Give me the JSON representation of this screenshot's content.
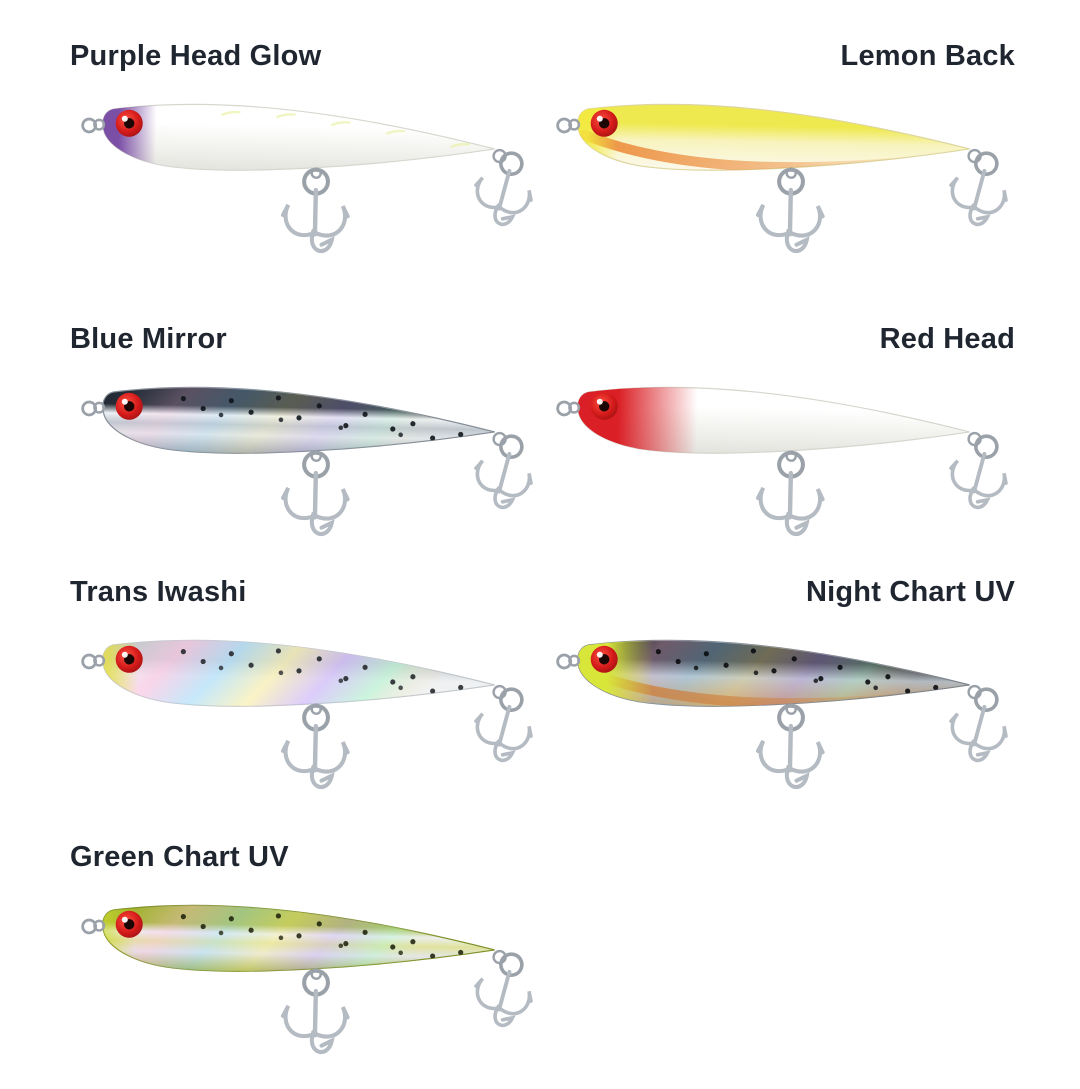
{
  "page": {
    "background": "#ffffff",
    "label_color": "#1f2630"
  },
  "shared": {
    "eye": {
      "rim": "#8e0f0f",
      "outer": "#d31a1a",
      "inner": "#ff5040",
      "pupil": "#1c0606",
      "highlight": "#ffffff"
    },
    "hardware": {
      "hook": "#b4bbc2",
      "ring": "#9aa1a8"
    }
  },
  "lures": [
    {
      "name": "Purple Head Glow",
      "align": "left",
      "body": {
        "back": "#ffffff",
        "mid": "#f6f6f3",
        "belly": "#e4e4df",
        "outline": "#d7d7d0"
      },
      "head": {
        "color": "#7b4fa6",
        "solid": 0.045,
        "fade": 0.13,
        "opacity": 1
      },
      "dots": null,
      "ticks": "#e9efa0",
      "accent": null,
      "sheen": 0,
      "chrome": false
    },
    {
      "name": "Lemon Back",
      "align": "right",
      "body": {
        "back": "#eee94e",
        "mid": "#f8f3bd",
        "belly": "#fbf9ec",
        "outline": "#ddd6a0"
      },
      "head": {
        "color": "#f2ea3e",
        "solid": 0.03,
        "fade": 0.1,
        "opacity": 0.9
      },
      "dots": null,
      "ticks": null,
      "accent": "#ec8b3a",
      "sheen": 0,
      "chrome": false
    },
    {
      "name": "Blue Mirror",
      "align": "left",
      "body": {
        "back": "#232b36",
        "mid": "#bfc7ce",
        "belly": "#99a2ab",
        "outline": "#848c95"
      },
      "head": null,
      "dots": "#10151b",
      "ticks": null,
      "accent": null,
      "sheen": 0.25,
      "chrome": true
    },
    {
      "name": "Red Head",
      "align": "right",
      "body": {
        "back": "#ffffff",
        "mid": "#f5f5f2",
        "belly": "#e3e3de",
        "outline": "#d6d6cf"
      },
      "head": {
        "color": "#da2026",
        "solid": 0.1,
        "fade": 0.28,
        "opacity": 1
      },
      "dots": null,
      "ticks": null,
      "accent": null,
      "sheen": 0,
      "chrome": false
    },
    {
      "name": "Trans Iwashi",
      "align": "left",
      "body": {
        "back": "#c6cbcf",
        "mid": "#eef0f1",
        "belly": "#f6f7f7",
        "outline": "#c2c7cb"
      },
      "head": {
        "color": "#e4dd4a",
        "solid": 0.02,
        "fade": 0.09,
        "opacity": 0.85
      },
      "dots": "#27292d",
      "ticks": null,
      "accent": null,
      "sheen": 0.6,
      "chrome": false
    },
    {
      "name": "Night Chart UV",
      "align": "right",
      "body": {
        "back": "#212329",
        "mid": "#b3bac1",
        "belly": "#c08a4c",
        "outline": "#7e848b"
      },
      "head": {
        "color": "#d8e63a",
        "solid": 0.075,
        "fade": 0.18,
        "opacity": 1
      },
      "dots": "#0b0c0f",
      "ticks": null,
      "accent": "#cd8040",
      "sheen": 0.35,
      "chrome": false
    },
    {
      "name": "Green Chart UV",
      "align": "left",
      "body": {
        "back": "#9fb32c",
        "mid": "#dfe29b",
        "belly": "#95a52f",
        "outline": "#7f9026"
      },
      "head": {
        "color": "#cfd92e",
        "solid": 0.02,
        "fade": 0.08,
        "opacity": 0.6
      },
      "dots": "#23270f",
      "ticks": null,
      "accent": null,
      "sheen": 0.4,
      "chrome": true
    }
  ]
}
